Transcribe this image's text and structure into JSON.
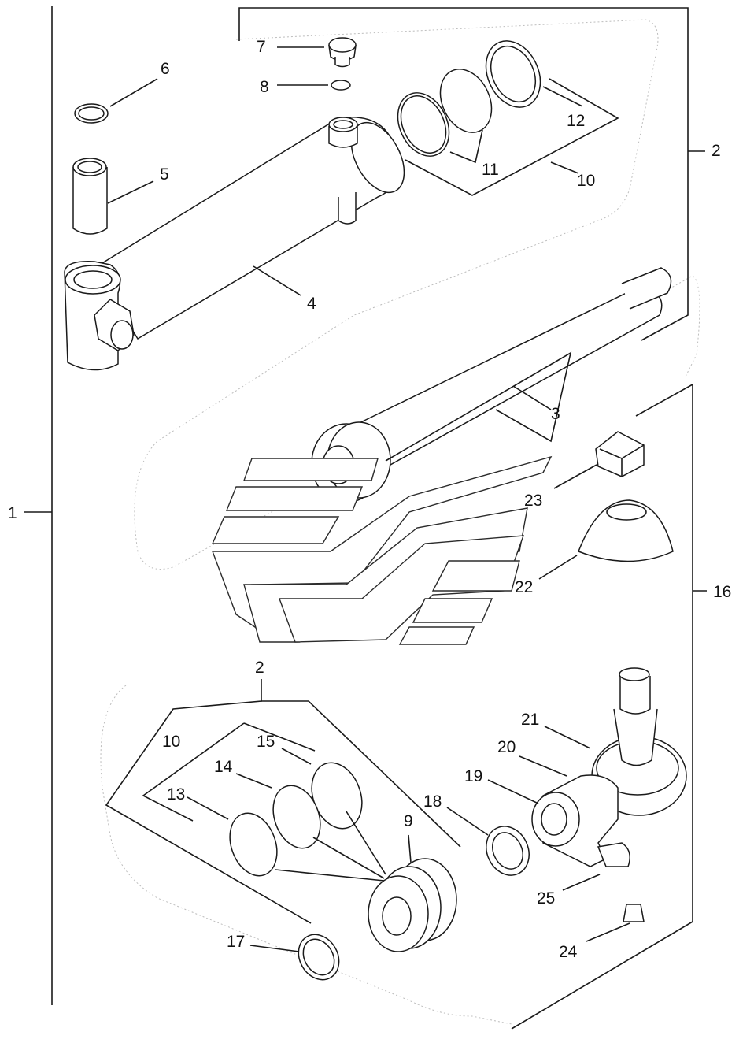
{
  "labels": {
    "l1": "1",
    "l2a": "2",
    "l2b": "2",
    "l3": "3",
    "l4": "4",
    "l5": "5",
    "l6": "6",
    "l7": "7",
    "l8": "8",
    "l9": "9",
    "l10a": "10",
    "l10b": "10",
    "l11": "11",
    "l12": "12",
    "l13": "13",
    "l14": "14",
    "l15": "15",
    "l16": "16",
    "l17": "17",
    "l18": "18",
    "l19": "19",
    "l20": "20",
    "l21": "21",
    "l22": "22",
    "l23": "23",
    "l24": "24",
    "l25": "25"
  }
}
